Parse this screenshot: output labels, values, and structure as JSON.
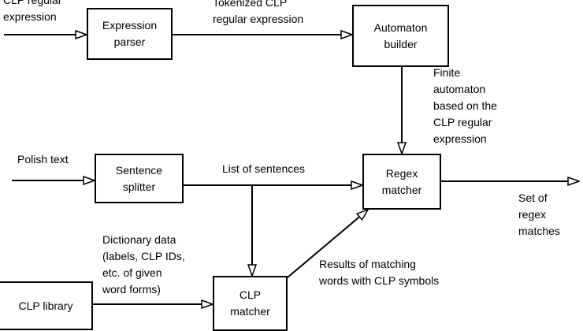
{
  "boxes": {
    "expression_parser": "Expression\nparser",
    "automaton_builder": "Automaton\nbuilder",
    "sentence_splitter": "Sentence\nsplitter",
    "regex_matcher": "Regex\nmatcher",
    "clp_library": "CLP library",
    "clp_matcher": "CLP\nmatcher"
  },
  "labels": {
    "clp_regular_expression": "CLP regular\nexpression",
    "tokenized_clp": "Tokenized CLP\nregular expression",
    "finite_automaton": "Finite\nautomaton\nbased on the\nCLP regular\nexpression",
    "polish_text": "Polish text",
    "list_of_sentences": "List of sentences",
    "set_of_regex_matches": "Set of\nregex\nmatches",
    "dictionary_data": "Dictionary data\n(labels, CLP IDs,\netc. of given\nword forms)",
    "results_of_matching": "Results of matching\nwords with CLP symbols"
  }
}
